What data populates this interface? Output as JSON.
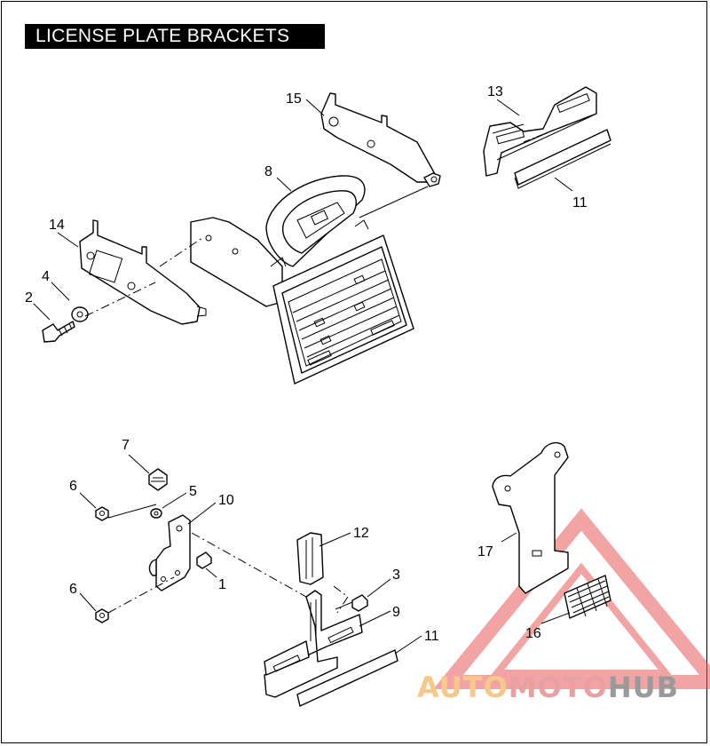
{
  "title": "LICENSE PLATE BRACKETS",
  "callouts": {
    "c1": "1",
    "c2": "2",
    "c3": "3",
    "c4": "4",
    "c5": "5",
    "c6a": "6",
    "c6b": "6",
    "c7": "7",
    "c8": "8",
    "c9": "9",
    "c10": "10",
    "c11a": "11",
    "c11b": "11",
    "c12": "12",
    "c13": "13",
    "c14": "14",
    "c15": "15",
    "c16": "16",
    "c17": "17"
  },
  "watermark": {
    "part1": "AUTO",
    "part2": "MOTO",
    "part3": "HUB"
  },
  "colors": {
    "watermark_red": "#e85a5a",
    "watermark_orange": "#f6c98a",
    "watermark_gray": "#9a9a9a"
  }
}
